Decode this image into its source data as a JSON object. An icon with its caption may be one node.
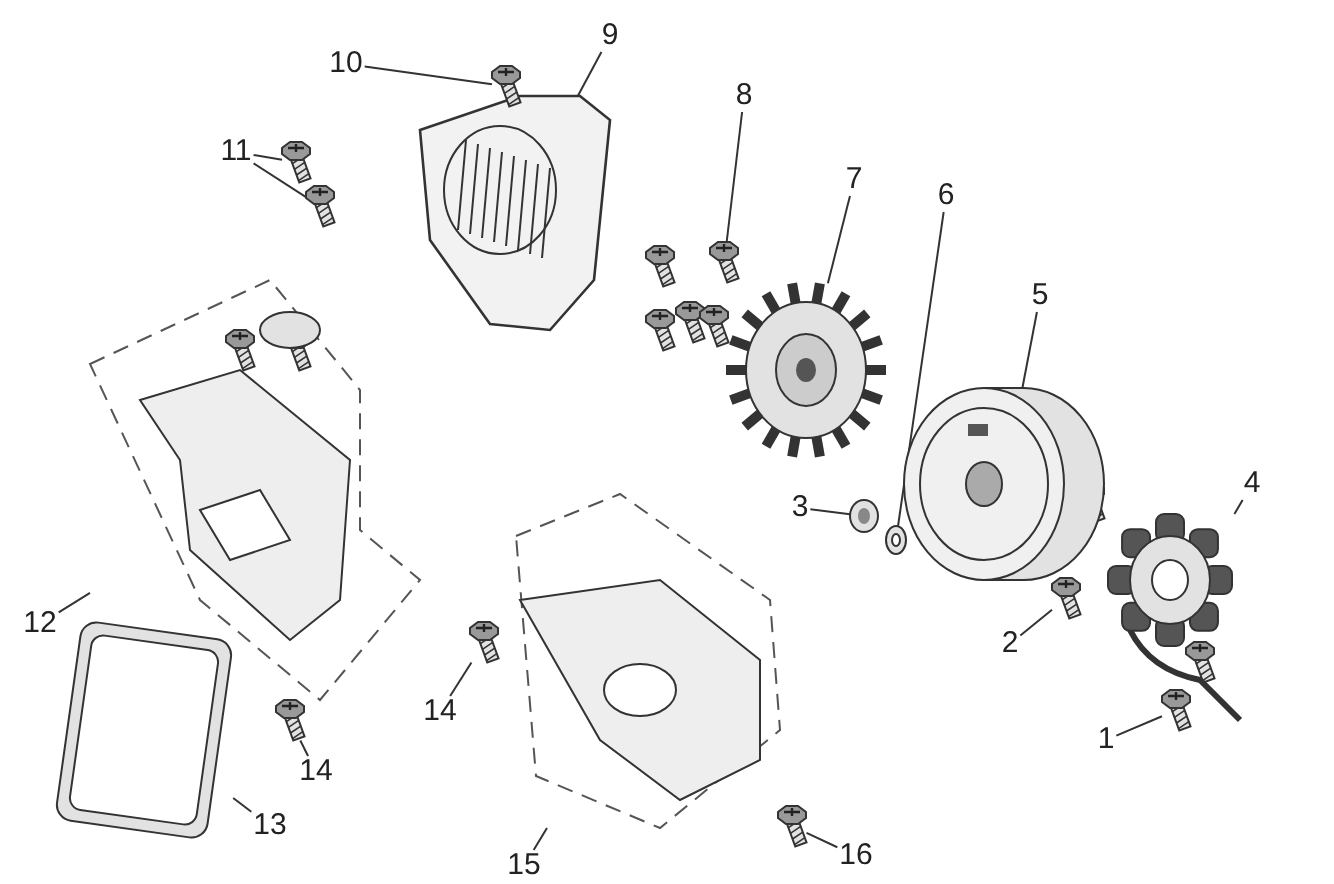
{
  "diagram": {
    "nodes": [
      {
        "text": [
          "1"
        ]
      },
      {
        "text": [
          "2"
        ]
      },
      {
        "text": [
          "3"
        ]
      },
      {
        "text": [
          "4"
        ]
      },
      {
        "text": [
          "5"
        ]
      },
      {
        "text": [
          "6"
        ]
      },
      {
        "text": [
          "7"
        ]
      },
      {
        "text": [
          "8"
        ]
      },
      {
        "text": [
          "9"
        ]
      },
      {
        "text": [
          "10"
        ]
      },
      {
        "text": [
          "11"
        ]
      },
      {
        "text": [
          "12"
        ]
      },
      {
        "text": [
          "13"
        ]
      },
      {
        "text": [
          "14"
        ]
      },
      {
        "text": [
          "14"
        ]
      },
      {
        "text": [
          "15"
        ]
      },
      {
        "text": [
          "16"
        ]
      },
      {
        "text": [],
        "shape": "picture"
      },
      {
        "text": [],
        "shape": "picture"
      },
      {
        "text": [],
        "shape": "picture"
      },
      {
        "text": [],
        "shape": "picture"
      },
      {
        "text": [],
        "shape": "picture"
      },
      {
        "text": [],
        "shape": "picture"
      },
      {
        "text": [],
        "shape": "picture"
      },
      {
        "text": [],
        "shape": "picture"
      },
      {
        "text": [],
        "shape": "picture"
      },
      {
        "text": [],
        "shape": "picture"
      },
      {
        "text": [],
        "shape": "picture"
      },
      {
        "text": [],
        "shape": "picture"
      },
      {
        "text": [],
        "shape": "picture"
      },
      {
        "text": [],
        "shape": "picture"
      },
      {
        "text": [],
        "shape": "picture"
      },
      {
        "text": [],
        "shape": "picture"
      },
      {
        "text": [],
        "shape": "picture"
      },
      {
        "text": [],
        "shape": "picture"
      }
    ],
    "edges": [
      {
        "from": 0,
        "to": 17,
        "arrow": "none"
      },
      {
        "from": 1,
        "to": 18,
        "arrow": "none"
      },
      {
        "from": 2,
        "to": 19,
        "arrow": "none"
      },
      {
        "from": 3,
        "to": 20,
        "arrow": "none"
      },
      {
        "from": 4,
        "to": 21,
        "arrow": "none"
      },
      {
        "from": 5,
        "to": 22,
        "arrow": "none"
      },
      {
        "from": 6,
        "to": 23,
        "arrow": "none"
      },
      {
        "from": 7,
        "to": 24,
        "arrow": "none"
      },
      {
        "from": 8,
        "to": 25,
        "arrow": "none"
      },
      {
        "from": 9,
        "to": 26,
        "arrow": "none"
      },
      {
        "from": 10,
        "to": 27,
        "arrow": "none"
      },
      {
        "from": 10,
        "to": 28,
        "arrow": "none"
      },
      {
        "from": 11,
        "to": 29,
        "arrow": "none"
      },
      {
        "from": 12,
        "to": 30,
        "arrow": "none"
      },
      {
        "from": 13,
        "to": 31,
        "arrow": "none"
      },
      {
        "from": 14,
        "to": 32,
        "arrow": "none"
      },
      {
        "from": 15,
        "to": 33,
        "arrow": "none"
      },
      {
        "from": 16,
        "to": 34,
        "arrow": "none"
      }
    ]
  }
}
